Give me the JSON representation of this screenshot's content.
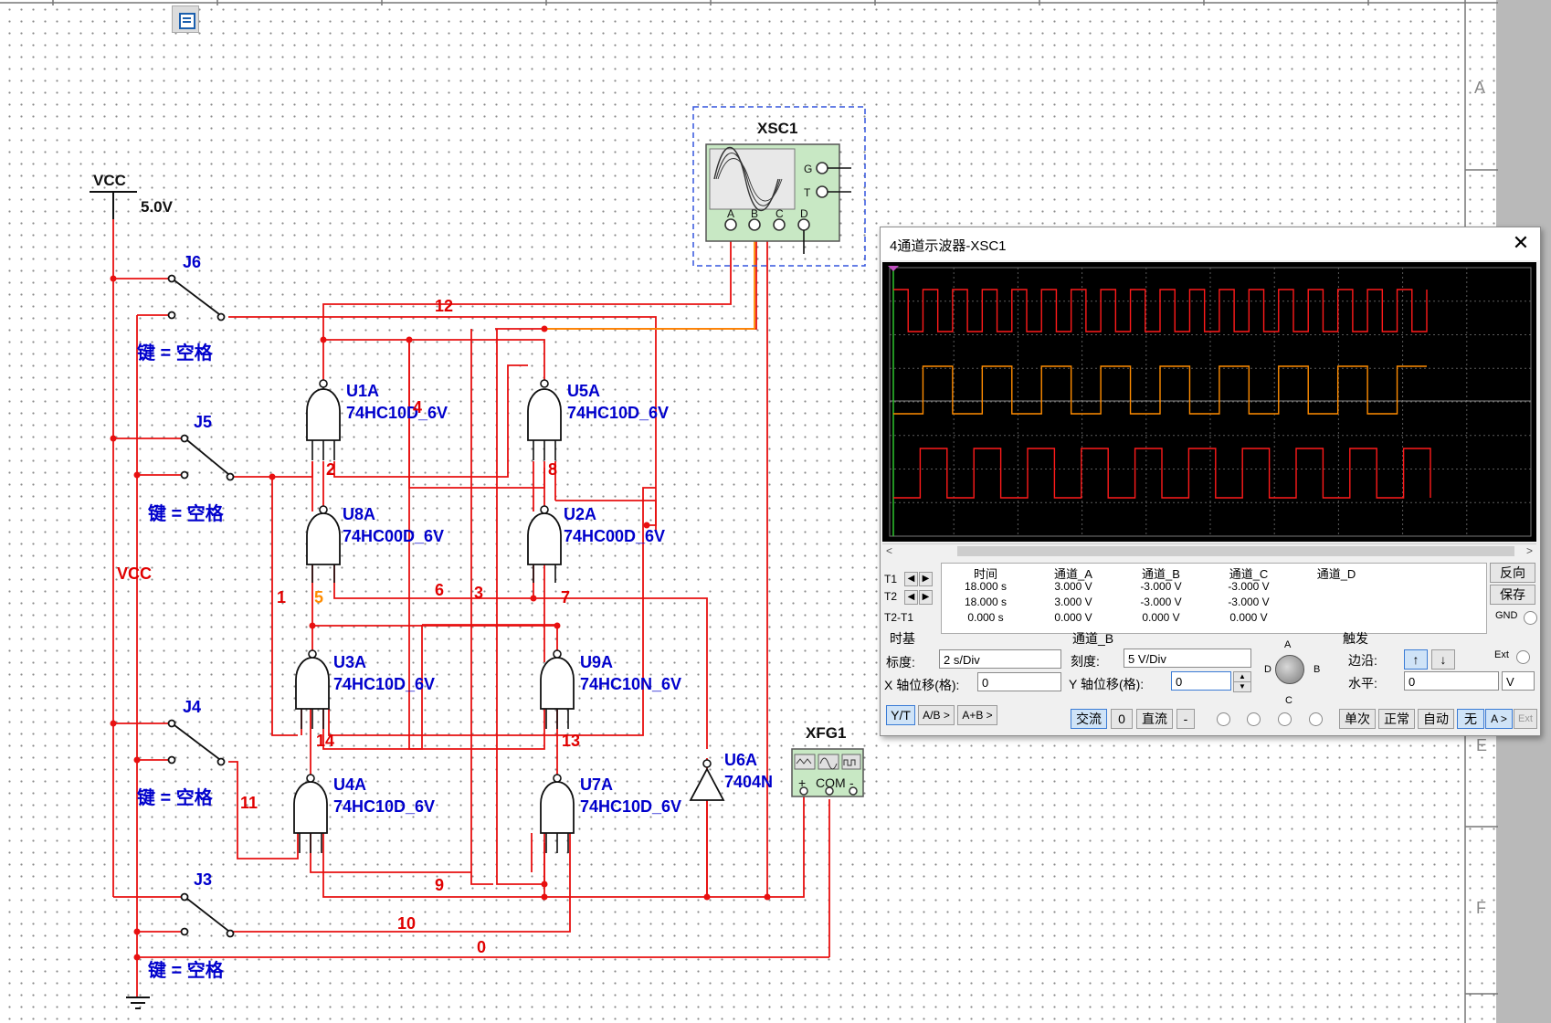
{
  "schematic": {
    "vcc_label": "VCC",
    "vcc_voltage": "5.0V",
    "vcc_net_label": "VCC",
    "switches": [
      {
        "ref": "J6",
        "key": "键 = 空格"
      },
      {
        "ref": "J5",
        "key": "键 = 空格"
      },
      {
        "ref": "J4",
        "key": "键 = 空格"
      },
      {
        "ref": "J3",
        "key": "键 = 空格"
      }
    ],
    "gates": [
      {
        "ref": "U1A",
        "part": "74HC10D_6V"
      },
      {
        "ref": "U5A",
        "part": "74HC10D_6V"
      },
      {
        "ref": "U8A",
        "part": "74HC00D_6V"
      },
      {
        "ref": "U2A",
        "part": "74HC00D_6V"
      },
      {
        "ref": "U3A",
        "part": "74HC10D_6V"
      },
      {
        "ref": "U9A",
        "part": "74HC10N_6V"
      },
      {
        "ref": "U4A",
        "part": "74HC10D_6V"
      },
      {
        "ref": "U7A",
        "part": "74HC10D_6V"
      },
      {
        "ref": "U6A",
        "part": "7404N"
      }
    ],
    "net_numbers": [
      "12",
      "4",
      "2",
      "8",
      "1",
      "5",
      "6",
      "3",
      "7",
      "14",
      "13",
      "11",
      "9",
      "10",
      "0"
    ],
    "scope_ref": "XSC1",
    "scope_pins": [
      "G",
      "T",
      "A",
      "B",
      "C",
      "D"
    ],
    "generator_ref": "XFG1",
    "generator_pins": [
      "+",
      "COM",
      "-"
    ],
    "border_letters": [
      "A",
      "E",
      "F"
    ]
  },
  "scope_window": {
    "title": "4通道示波器-XSC1",
    "close": "✕",
    "readout": {
      "headers": [
        "时间",
        "通道_A",
        "通道_B",
        "通道_C",
        "通道_D"
      ],
      "rows": [
        {
          "label": "T1",
          "values": [
            "18.000 s",
            "3.000 V",
            "-3.000 V",
            "-3.000 V",
            ""
          ]
        },
        {
          "label": "T2",
          "values": [
            "18.000 s",
            "3.000 V",
            "-3.000 V",
            "-3.000 V",
            ""
          ]
        },
        {
          "label": "T2-T1",
          "values": [
            "0.000 s",
            "0.000 V",
            "0.000 V",
            "0.000 V",
            ""
          ]
        }
      ]
    },
    "reverse_btn": "反向",
    "save_btn": "保存",
    "gnd_label": "GND",
    "timebase": {
      "title": "时基",
      "scale_label": "标度:",
      "scale_value": "2  s/Div",
      "xpos_label": "X 轴位移(格):",
      "xpos_value": "0",
      "buttons": [
        "Y/T",
        "A/B >",
        "A+B >"
      ]
    },
    "channel": {
      "title": "通道_B",
      "scale_label": "刻度:",
      "scale_value": "5  V/Div",
      "ypos_label": "Y 轴位移(格):",
      "ypos_value": "0",
      "knob_labels": [
        "A",
        "B",
        "C",
        "D"
      ],
      "coupling": [
        "交流",
        "0",
        "直流",
        "-"
      ]
    },
    "trigger": {
      "title": "触发",
      "edge_label": "边沿:",
      "level_label": "水平:",
      "level_value": "0",
      "level_unit": "V",
      "ext_label": "Ext",
      "modes": [
        "单次",
        "正常",
        "自动",
        "无",
        "A >",
        "Ext"
      ]
    },
    "traces": {
      "channel_a": {
        "color": "#ff1a1a",
        "cycles": 18,
        "high": 3,
        "low": -3
      },
      "channel_b": {
        "color": "#ff8c00",
        "cycles": 9,
        "high": 3,
        "low": -3
      },
      "channel_c": {
        "color": "#ff1a1a",
        "cycles": 10,
        "high": 3,
        "low": -3
      }
    }
  }
}
